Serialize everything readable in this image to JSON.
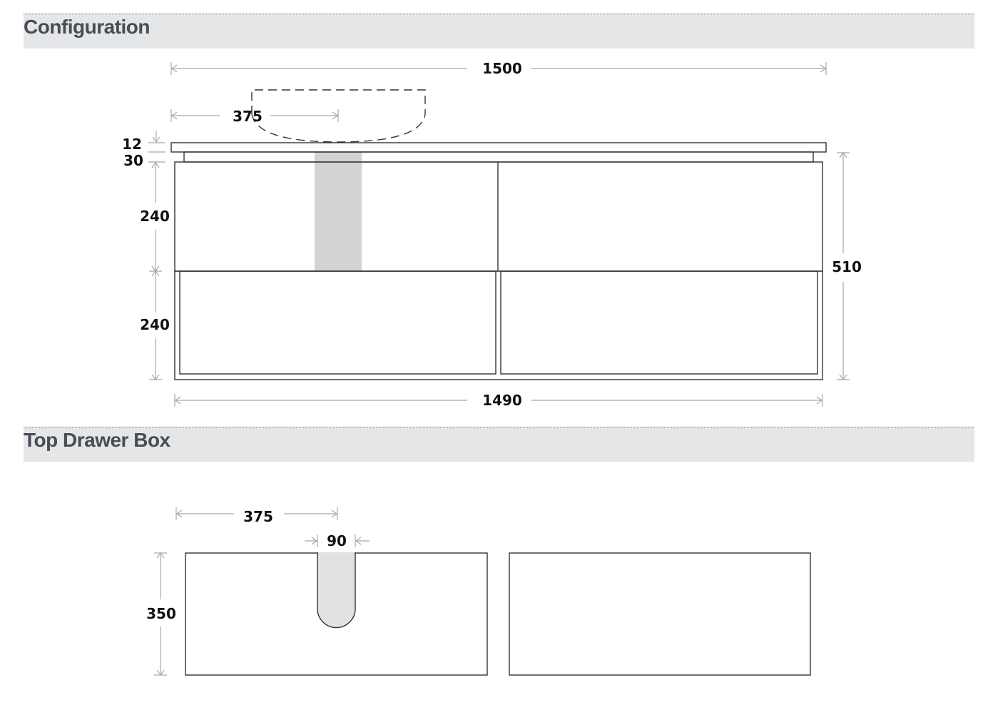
{
  "sections": [
    {
      "title": "Configuration"
    },
    {
      "title": "Top Drawer Box"
    }
  ],
  "configuration": {
    "overall_width": "1500",
    "basin_offset": "375",
    "top_thickness": "12",
    "rail_height": "30",
    "upper_drawer_height": "240",
    "lower_drawer_height": "240",
    "total_height": "510",
    "cabinet_width": "1490"
  },
  "top_drawer_box": {
    "notch_offset": "375",
    "notch_width": "90",
    "depth": "350"
  },
  "colors": {
    "header_band": "#e5e6e8",
    "cutout_fill": "#d3d3d3",
    "notch_fill": "#e2e2e2"
  }
}
